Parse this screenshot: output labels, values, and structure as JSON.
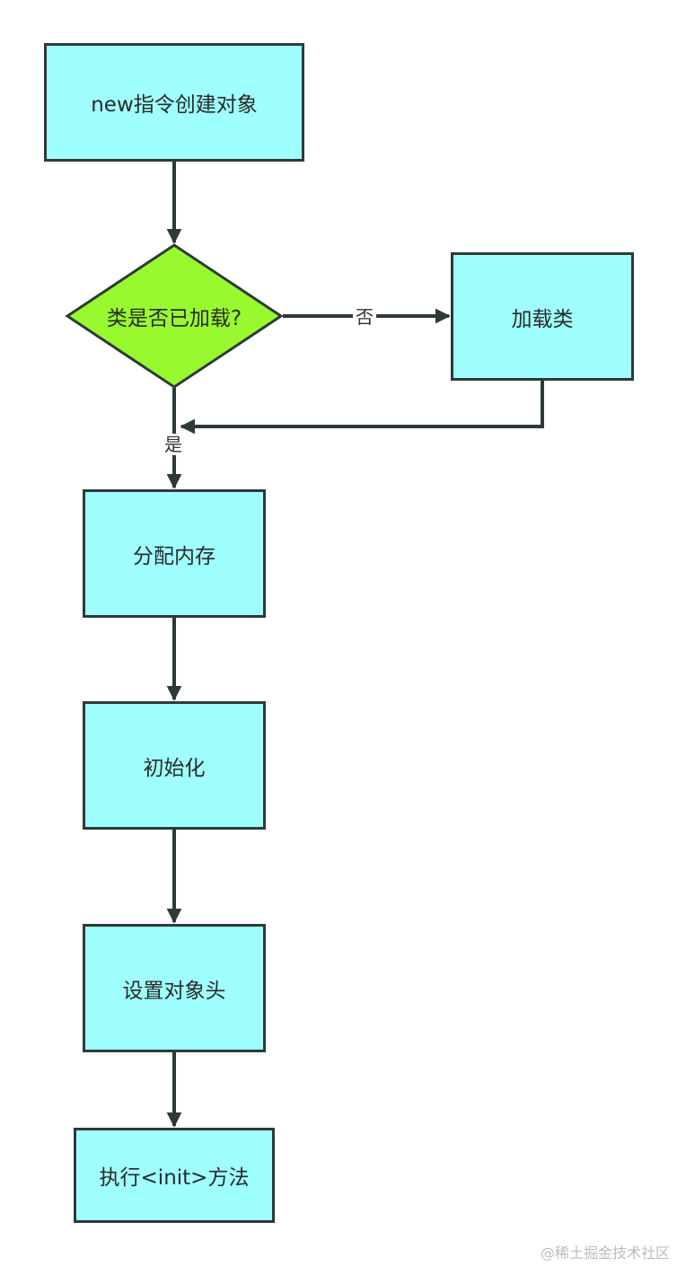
{
  "nodes": {
    "create": "new指令创建对象",
    "decision": "类是否已加载?",
    "load": "加载类",
    "alloc": "分配内存",
    "init": "初始化",
    "header": "设置对象头",
    "exec": "执行<init>方法"
  },
  "edges": {
    "no": "否",
    "yes": "是"
  },
  "colors": {
    "box_fill": "#9ffffe",
    "diamond_fill": "#98f92e",
    "stroke": "#2e3a37"
  },
  "watermark": "@稀土掘金技术社区"
}
